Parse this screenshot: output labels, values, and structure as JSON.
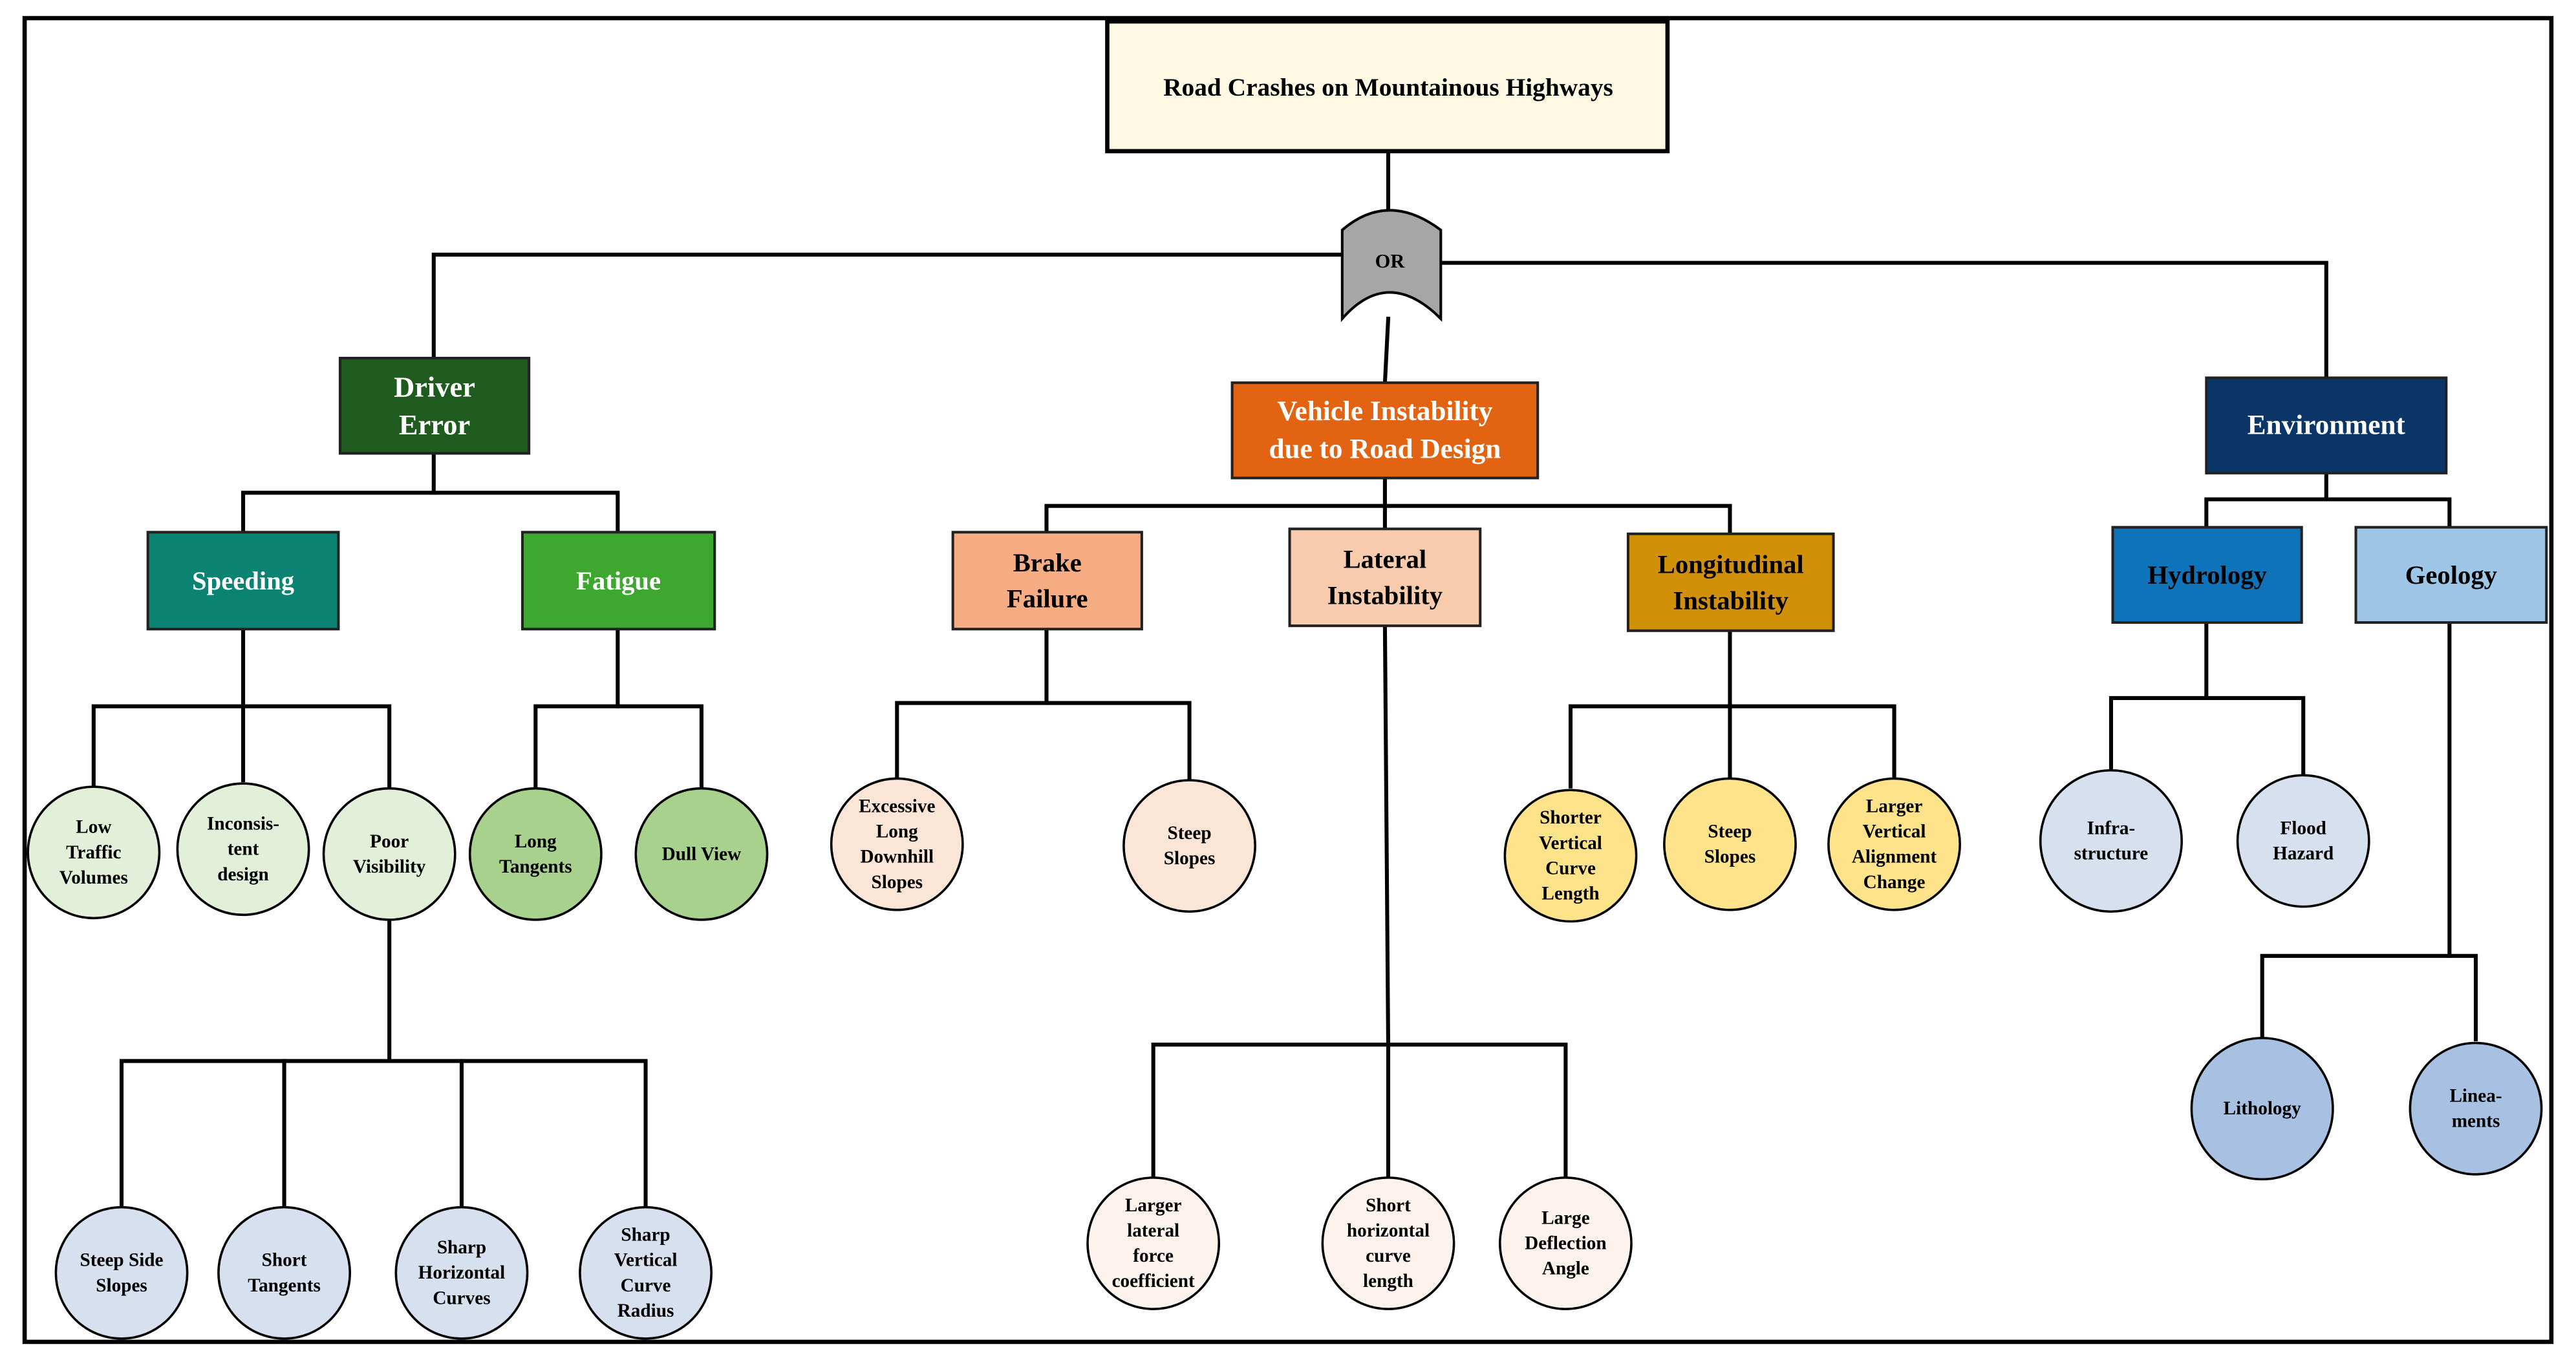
{
  "root": {
    "label": "Road Crashes on Mountainous Highways",
    "fill": "#FFF8E3"
  },
  "gate": {
    "label": "OR",
    "fill": "#A6A6A6"
  },
  "categories": [
    {
      "id": "driver",
      "lines": [
        "Driver",
        "Error"
      ],
      "fill": "#1F5B1E",
      "text": "#FFFFFF"
    },
    {
      "id": "vehicle",
      "lines": [
        "Vehicle Instability",
        "due to Road Design"
      ],
      "fill": "#E26311",
      "text": "#FFFFFF"
    },
    {
      "id": "environment",
      "lines": [
        "Environment"
      ],
      "fill": "#0B3566",
      "text": "#FFFFFF"
    }
  ],
  "subcategories": [
    {
      "id": "speeding",
      "lines": [
        "Speeding"
      ],
      "fill": "#0B8372",
      "text": "#FFFFFF"
    },
    {
      "id": "fatigue",
      "lines": [
        "Fatigue"
      ],
      "fill": "#3EA72F",
      "text": "#FFFFFF"
    },
    {
      "id": "brake",
      "lines": [
        "Brake",
        "Failure"
      ],
      "fill": "#F6AD84",
      "text": "#000000"
    },
    {
      "id": "lateral",
      "lines": [
        "Lateral",
        "Instability"
      ],
      "fill": "#F9CBAD",
      "text": "#000000"
    },
    {
      "id": "longitudinal",
      "lines": [
        "Longitudinal",
        "Instability"
      ],
      "fill": "#D09008",
      "text": "#000000"
    },
    {
      "id": "hydrology",
      "lines": [
        "Hydrology"
      ],
      "fill": "#0E73B8",
      "text": "#000000"
    },
    {
      "id": "geology",
      "lines": [
        "Geology"
      ],
      "fill": "#9DC6E7",
      "text": "#000000"
    }
  ],
  "events": [
    {
      "id": "low-traffic-volumes",
      "lines": [
        "Low",
        "Traffic",
        "Volumes"
      ],
      "fill": "#E2F0D9"
    },
    {
      "id": "inconsistent-design",
      "lines": [
        "Inconsis-",
        "tent",
        "design"
      ],
      "fill": "#E2F0D9"
    },
    {
      "id": "poor-visibility",
      "lines": [
        "Poor",
        "Visibility"
      ],
      "fill": "#E2F0D9"
    },
    {
      "id": "long-tangents",
      "lines": [
        "Long",
        "Tangents"
      ],
      "fill": "#A9D18E"
    },
    {
      "id": "dull-view",
      "lines": [
        "Dull View"
      ],
      "fill": "#A9D18E"
    },
    {
      "id": "steep-side-slopes",
      "lines": [
        "Steep Side",
        "Slopes"
      ],
      "fill": "#D6E0EF"
    },
    {
      "id": "short-tangents",
      "lines": [
        "Short",
        "Tangents"
      ],
      "fill": "#D6E0EF"
    },
    {
      "id": "sharp-horizontal-curves",
      "lines": [
        "Sharp",
        "Horizontal",
        "Curves"
      ],
      "fill": "#D6E0EF"
    },
    {
      "id": "sharp-vertical-curve-radius",
      "lines": [
        "Sharp",
        "Vertical",
        "Curve",
        "Radius"
      ],
      "fill": "#D6E0EF"
    },
    {
      "id": "excessive-long-downhill-slopes",
      "lines": [
        "Excessive",
        "Long",
        "Downhill",
        "Slopes"
      ],
      "fill": "#FBE5D6"
    },
    {
      "id": "steep-slopes-brake",
      "lines": [
        "Steep",
        "Slopes"
      ],
      "fill": "#FBE5D6"
    },
    {
      "id": "larger-lateral-force-coefficient",
      "lines": [
        "Larger",
        "lateral",
        "force",
        "coefficient"
      ],
      "fill": "#FDF3EC"
    },
    {
      "id": "short-horizontal-curve-length",
      "lines": [
        "Short",
        "horizontal",
        "curve",
        "length"
      ],
      "fill": "#FDF3EC"
    },
    {
      "id": "large-deflection-angle",
      "lines": [
        "Large",
        "Deflection",
        "Angle"
      ],
      "fill": "#FDF3EC"
    },
    {
      "id": "shorter-vertical-curve-length",
      "lines": [
        "Shorter",
        "Vertical",
        "Curve",
        "Length"
      ],
      "fill": "#FFE38A"
    },
    {
      "id": "steep-slopes-longitudinal",
      "lines": [
        "Steep",
        "Slopes"
      ],
      "fill": "#FFE38A"
    },
    {
      "id": "larger-vertical-alignment-change",
      "lines": [
        "Larger",
        "Vertical",
        "Alignment",
        "Change"
      ],
      "fill": "#FFE38A"
    },
    {
      "id": "infrastructure",
      "lines": [
        "Infra-",
        "structure"
      ],
      "fill": "#D6E0EF"
    },
    {
      "id": "flood-hazard",
      "lines": [
        "Flood",
        "Hazard"
      ],
      "fill": "#D6E0EF"
    },
    {
      "id": "lithology",
      "lines": [
        "Lithology"
      ],
      "fill": "#A8C1E2"
    },
    {
      "id": "lineaments",
      "lines": [
        "Linea-",
        "ments"
      ],
      "fill": "#A8C1E2"
    }
  ]
}
